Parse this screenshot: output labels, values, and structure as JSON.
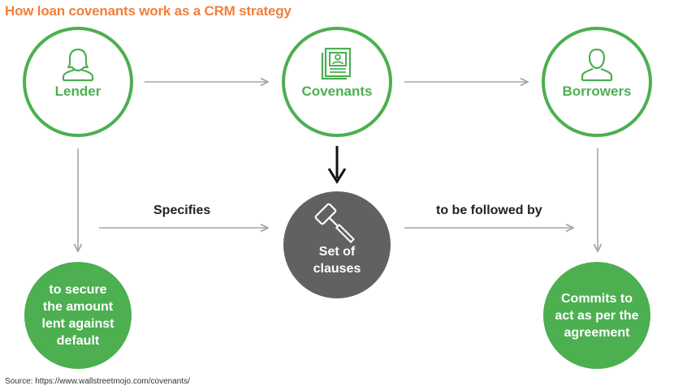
{
  "title": "How loan covenants work as a CRM strategy",
  "nodes": {
    "lender": {
      "label": "Lender",
      "icon": "person-female-icon"
    },
    "covenants": {
      "label": "Covenants",
      "icon": "document-id-icon"
    },
    "borrowers": {
      "label": "Borrowers",
      "icon": "person-male-icon"
    },
    "secure": {
      "lines": [
        "to secure",
        "the amount",
        "lent against",
        "default"
      ]
    },
    "clauses": {
      "lines": [
        "Set of",
        "clauses"
      ],
      "icon": "gavel-icon"
    },
    "commits": {
      "lines": [
        "Commits to",
        "act as per the",
        "agreement"
      ]
    }
  },
  "edge_labels": {
    "specifies": "Specifies",
    "followed_by": "to be followed by"
  },
  "source": "Source: https://www.wallstreetmojo.com/covenants/",
  "colors": {
    "title": "#f07f3c",
    "green": "#4caf50",
    "dark": "#616161",
    "arrow_gray": "#a6a6a6",
    "arrow_dark": "#111111"
  }
}
